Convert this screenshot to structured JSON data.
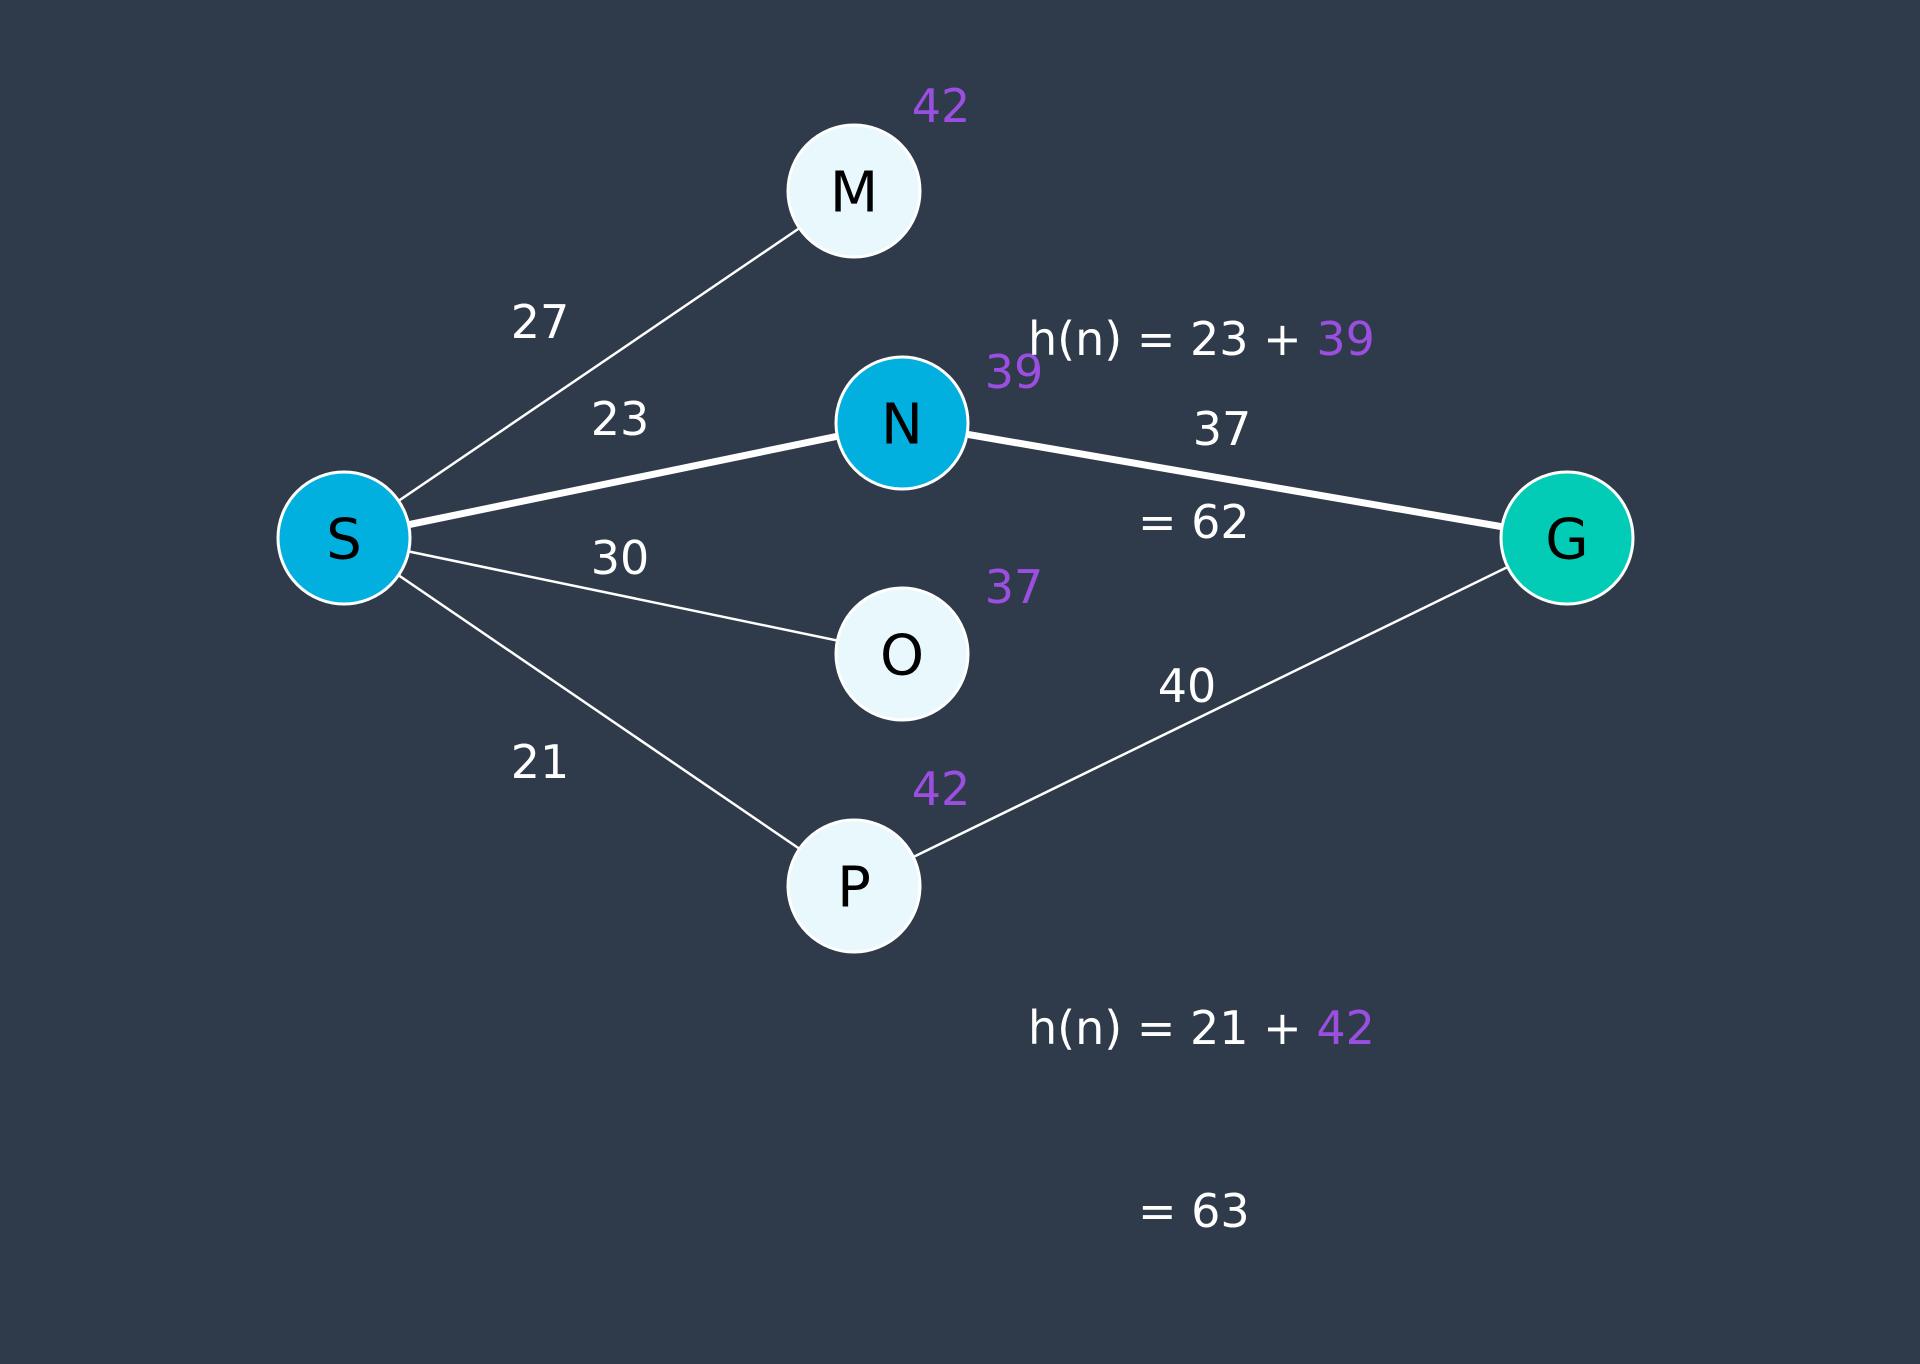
{
  "colors": {
    "background": "#2f3b4a",
    "edge": "#ffffff",
    "node_light": "#e8f8fd",
    "node_blue": "#02b0df",
    "node_goal": "#02ccb5",
    "node_border": "#ffffff",
    "heuristic": "#9b4fe0",
    "text": "#ffffff",
    "node_text": "#000000"
  },
  "graph": {
    "nodes": [
      {
        "id": "S",
        "label": "S",
        "fill": "node_blue",
        "heuristic": ""
      },
      {
        "id": "M",
        "label": "M",
        "fill": "node_light",
        "heuristic": "42"
      },
      {
        "id": "N",
        "label": "N",
        "fill": "node_blue",
        "heuristic": "39"
      },
      {
        "id": "O",
        "label": "O",
        "fill": "node_light",
        "heuristic": "37"
      },
      {
        "id": "P",
        "label": "P",
        "fill": "node_light",
        "heuristic": "42"
      },
      {
        "id": "G",
        "label": "G",
        "fill": "node_goal",
        "heuristic": ""
      }
    ],
    "edges": [
      {
        "from": "S",
        "to": "M",
        "weight": "27",
        "highlighted": false
      },
      {
        "from": "S",
        "to": "N",
        "weight": "23",
        "highlighted": true
      },
      {
        "from": "S",
        "to": "O",
        "weight": "30",
        "highlighted": false
      },
      {
        "from": "S",
        "to": "P",
        "weight": "21",
        "highlighted": false
      },
      {
        "from": "N",
        "to": "G",
        "weight": "37",
        "highlighted": true
      },
      {
        "from": "P",
        "to": "G",
        "weight": "40",
        "highlighted": false
      }
    ]
  },
  "formulas": {
    "top": {
      "prefix": "h(n) = 23 + ",
      "highlight": "39",
      "result": "= 62"
    },
    "bottom": {
      "prefix": "h(n) = 21 + ",
      "highlight": "42",
      "result": "= 63"
    }
  }
}
